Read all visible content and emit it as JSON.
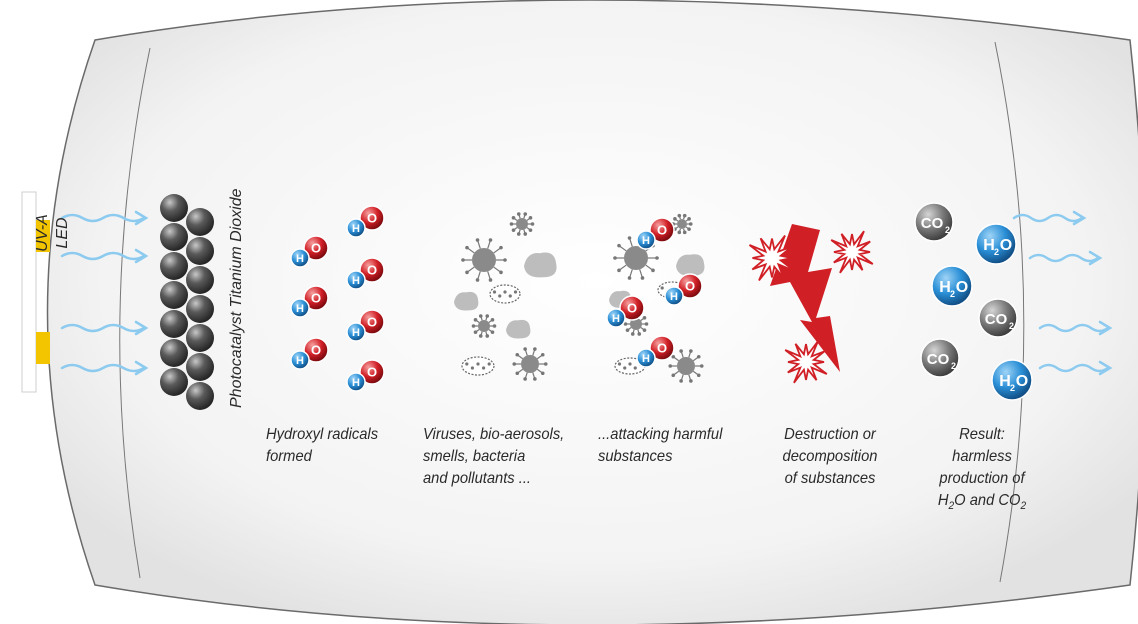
{
  "led": {
    "line1": "UV-A",
    "line2": "LED"
  },
  "catalyst": {
    "label": "Photocatalyst Titanium Dioxide"
  },
  "molecules": {
    "h": "H",
    "o": "O",
    "h2o_h": "H",
    "h2o_2": "2",
    "h2o_o": "O",
    "co2_c": "CO",
    "co2_2": "2"
  },
  "stages": {
    "hydroxyl": {
      "line1": "Hydroxyl radicals",
      "line2": "formed"
    },
    "pollutants": {
      "line1": "Viruses, bio-aerosols,",
      "line2": "smells, bacteria",
      "line3": "and pollutants ..."
    },
    "attack": {
      "line1": "...attacking harmful",
      "line2": "substances"
    },
    "destruction": {
      "line1": "Destruction or",
      "line2": "decomposition",
      "line3": "of substances"
    },
    "result": {
      "line1": "Result:",
      "line2": "harmless",
      "line3": "production of",
      "line4_a": "H",
      "line4_b": "2",
      "line4_c": "O and CO",
      "line4_d": "2"
    }
  },
  "colors": {
    "hydrogen": "#2a8fd6",
    "oxygen": "#d11f26",
    "sphere": "#4a4a4a",
    "uv_wave": "#8ccbef",
    "led": "#f2c500",
    "lightning": "#d11f26",
    "co2": "#6e6e6e"
  }
}
